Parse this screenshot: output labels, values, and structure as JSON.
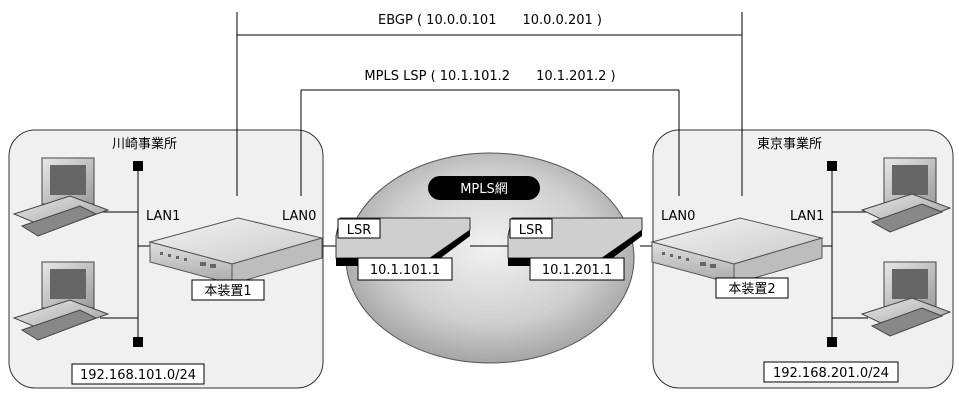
{
  "ebgp_label": "EBGP ( 10.0.0.101　　10.0.0.201 )",
  "mpls_lsp_label": "MPLS LSP ( 10.1.101.2　　10.1.201.2 )",
  "cloud_label": "MPLS網",
  "sites": {
    "left": {
      "name": "川崎事業所",
      "device": "本装置1",
      "lan1": "LAN1",
      "lan0": "LAN0",
      "subnet": "192.168.101.0/24"
    },
    "right": {
      "name": "東京事業所",
      "device": "本装置2",
      "lan1": "LAN1",
      "lan0": "LAN0",
      "subnet": "192.168.201.0/24"
    }
  },
  "lsr_left": {
    "label": "LSR",
    "ip": "10.1.101.1"
  },
  "lsr_right": {
    "label": "LSR",
    "ip": "10.1.201.1"
  }
}
